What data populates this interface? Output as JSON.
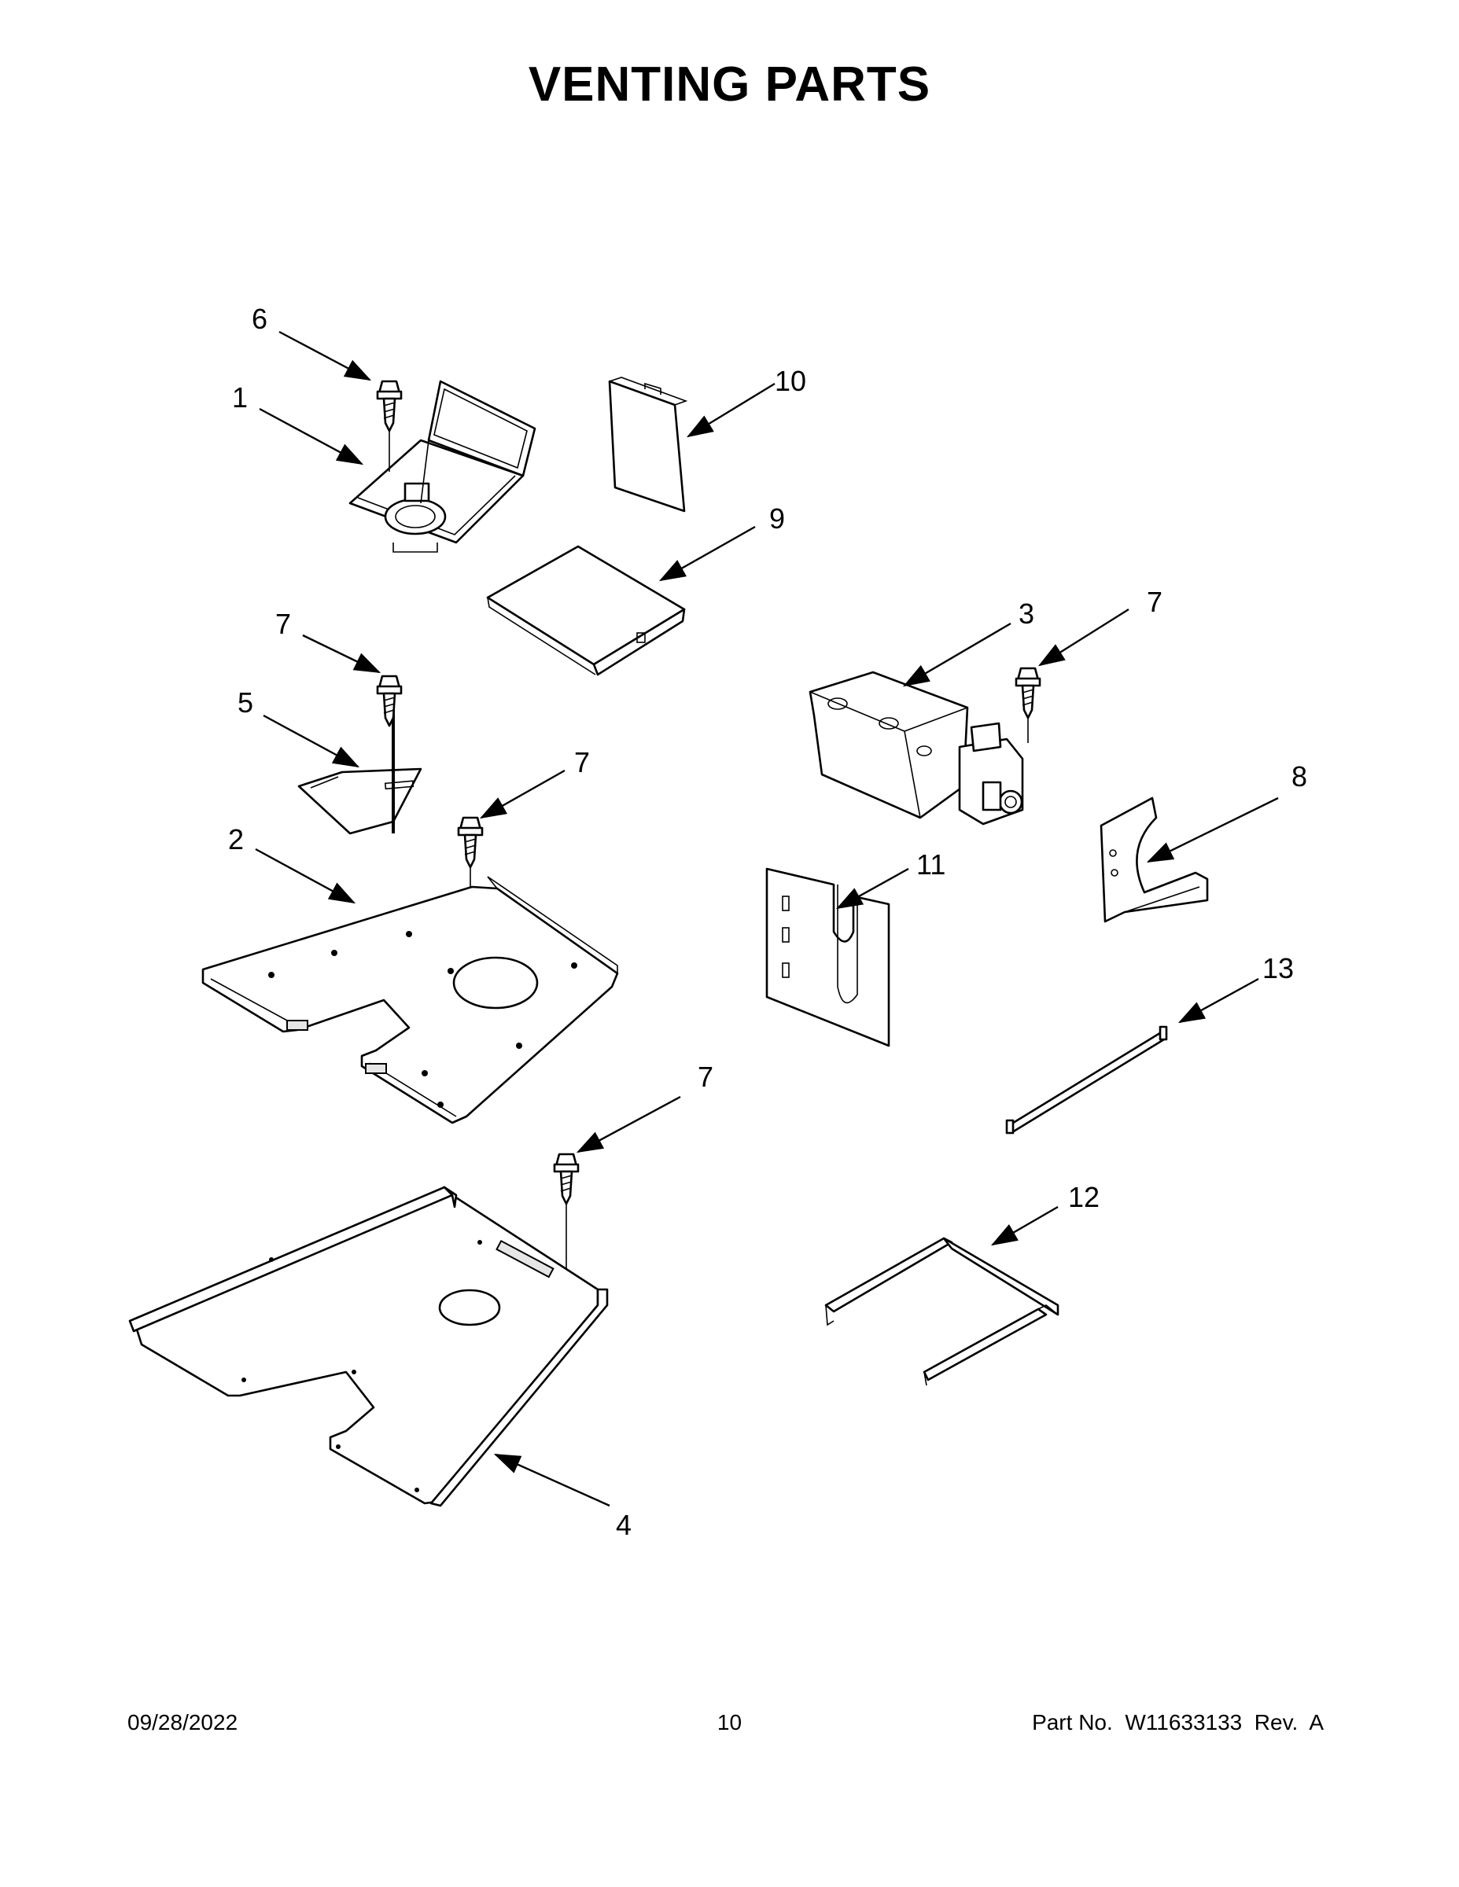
{
  "title": "VENTING PARTS",
  "callouts": [
    "6",
    "1",
    "10",
    "9",
    "7",
    "3",
    "7",
    "5",
    "7",
    "2",
    "8",
    "11",
    "13",
    "7",
    "12",
    "4"
  ],
  "footer": {
    "date": "09/28/2022",
    "page": "10",
    "part": "Part No.  W11633133  Rev.  A"
  }
}
